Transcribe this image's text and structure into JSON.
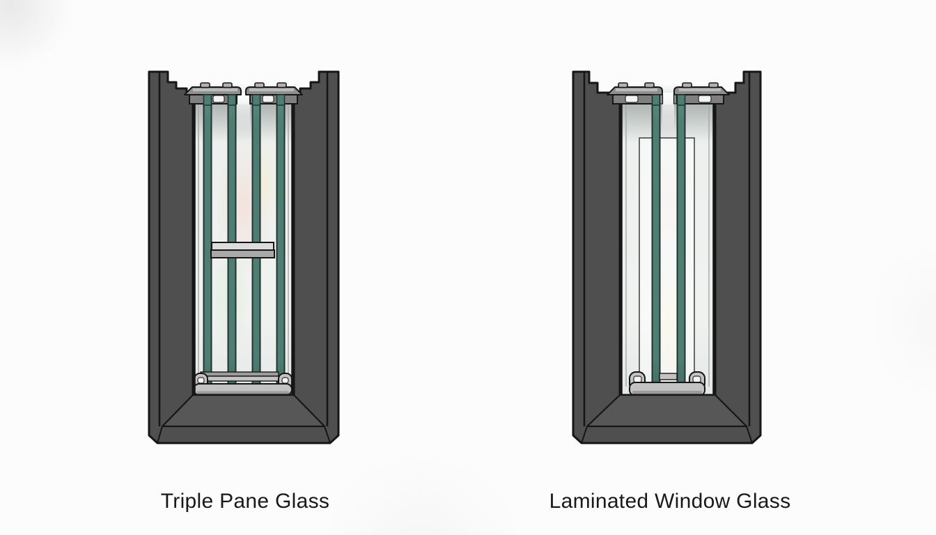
{
  "colors": {
    "background": "#fcfcfc",
    "label": "#191919",
    "outline": "#161616",
    "frame": "#4f4f4f",
    "frame_sill": "#575757",
    "glass": "#4e7e73",
    "glass_edge": "#22332e",
    "hardware": "#8f8f8f",
    "hardware_light": "#c3c3c3",
    "hardware_mid": "#b2b2b2",
    "hardware_dark": "#9c9c9c",
    "interior": "#edf0ee",
    "interior_shade": "#d3d8d6"
  },
  "panels": [
    {
      "id": "triple-pane",
      "caption": "Triple Pane Glass",
      "glass_panes_visible": 4
    },
    {
      "id": "laminated",
      "caption": "Laminated Window Glass",
      "glass_panes_visible": 2
    }
  ]
}
